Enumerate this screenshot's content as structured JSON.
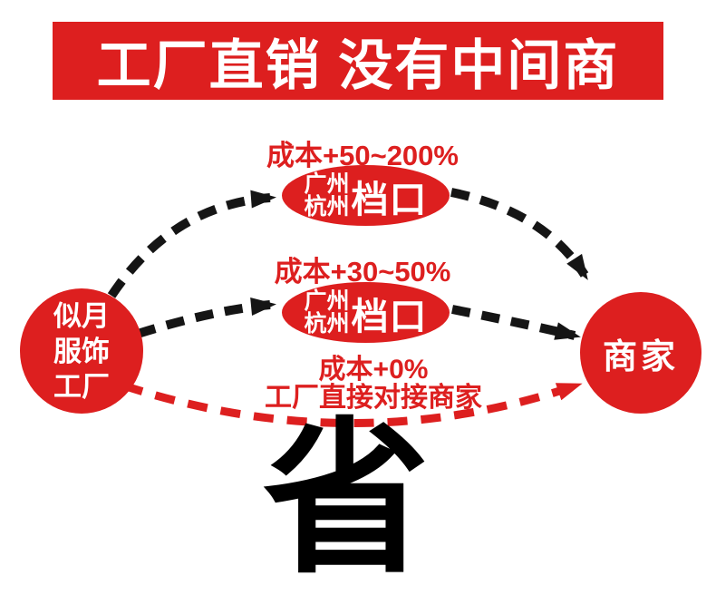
{
  "colors": {
    "brand_red": "#dd1f1f",
    "arrow_black": "#151515",
    "text_white": "#ffffff",
    "big_char_black": "#000000"
  },
  "banner": {
    "title": "工厂直销 没有中间商"
  },
  "diagram": {
    "factory": {
      "lines": [
        "似月",
        "服饰",
        "工厂"
      ]
    },
    "merchant": {
      "label": "商家"
    },
    "middlemen": [
      {
        "cost_label": "成本+50~200%",
        "cities": [
          "广州",
          "杭州"
        ],
        "label": "档口"
      },
      {
        "cost_label": "成本+30~50%",
        "cities": [
          "广州",
          "杭州"
        ],
        "label": "档口"
      }
    ],
    "direct": {
      "cost_label": "成本+0%",
      "sub_label": "工厂直接对接商家"
    }
  },
  "footer": {
    "big_char": "省"
  }
}
